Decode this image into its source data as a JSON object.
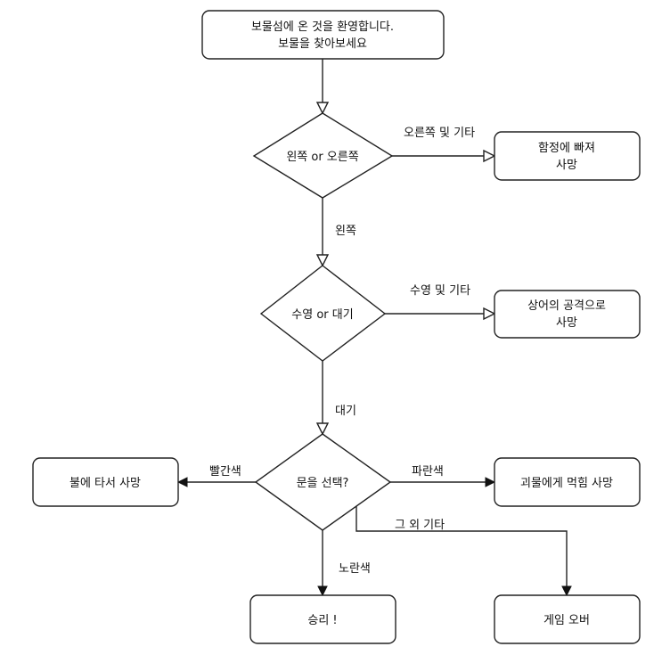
{
  "nodes": {
    "start": {
      "line1": "보물섬에 온  것을 환영합니다.",
      "line2": "보물을 찾아보세요"
    },
    "decision1": "왼쪽 or 오른쪽",
    "trap": {
      "line1": "함정에 빠져",
      "line2": "사망"
    },
    "decision2": "수영 or 대기",
    "shark": {
      "line1": "상어의 공격으로",
      "line2": "사망"
    },
    "decision3": "문을 선택?",
    "fire": "불에 타서 사망",
    "monster": "괴물에게 먹힘 사망",
    "win": "승리 !",
    "gameover": "게임 오버"
  },
  "edges": {
    "d1_right": "오른쪽 및 기타",
    "d1_left": "왼쪽",
    "d2_swim": "수영 및 기타",
    "d2_wait": "대기",
    "d3_red": "빨간색",
    "d3_blue": "파란색",
    "d3_other": "그 외 기타",
    "d3_yellow": "노란색"
  }
}
